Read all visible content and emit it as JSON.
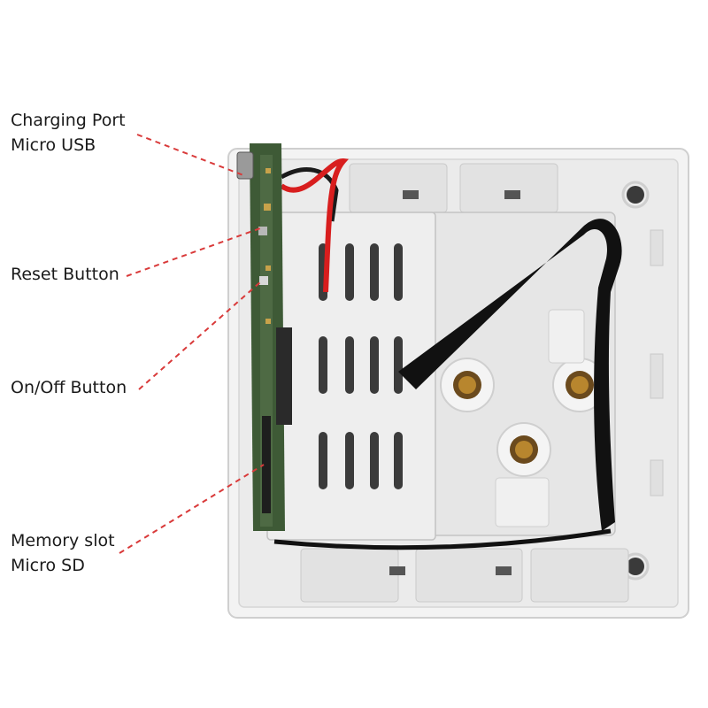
{
  "labels": {
    "charging_port": {
      "line1": "Charging Port",
      "line2": "Micro USB"
    },
    "reset_button": "Reset Button",
    "on_off_button": "On/Off Button",
    "memory_slot": {
      "line1": "Memory slot",
      "line2": "Micro SD"
    }
  },
  "colors": {
    "leader_line": "#d93a3a",
    "plate": "#f2f2f2",
    "strap": "#111111",
    "pcb": "#3e5a36",
    "wire_red": "#d81e1e",
    "brass": "#b8862e"
  }
}
